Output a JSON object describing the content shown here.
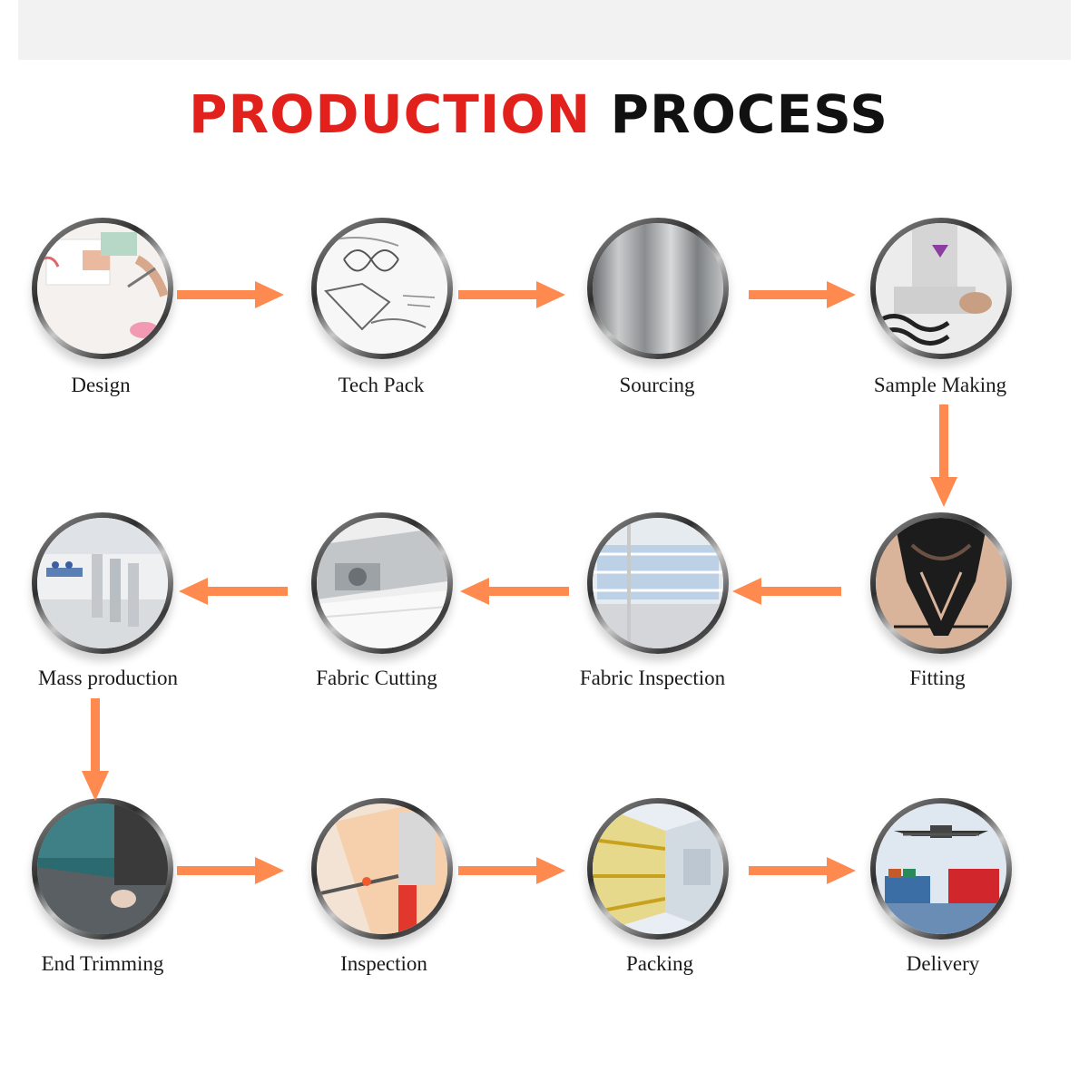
{
  "title": {
    "part1": "PRODUCTION",
    "part2": "PROCESS"
  },
  "colors": {
    "title_red": "#e3211c",
    "title_black": "#111111",
    "arrow": "#ff8a4f",
    "band": "#f2f2f2"
  },
  "steps": [
    {
      "label": "Design",
      "icon": "design-sketch-icon"
    },
    {
      "label": "Tech Pack",
      "icon": "tech-pack-drawing-icon"
    },
    {
      "label": "Sourcing",
      "icon": "fabric-roll-icon"
    },
    {
      "label": "Sample Making",
      "icon": "sewing-machine-icon"
    },
    {
      "label": "Fitting",
      "icon": "lace-garment-icon"
    },
    {
      "label": "Fabric Inspection",
      "icon": "inspection-machine-icon"
    },
    {
      "label": "Fabric Cutting",
      "icon": "cutting-machine-icon"
    },
    {
      "label": "Mass production",
      "icon": "factory-floor-icon"
    },
    {
      "label": "End Trimming",
      "icon": "trimming-hand-icon"
    },
    {
      "label": "Inspection",
      "icon": "quality-check-icon"
    },
    {
      "label": "Packing",
      "icon": "warehouse-shelves-icon"
    },
    {
      "label": "Delivery",
      "icon": "cargo-transport-icon"
    }
  ]
}
